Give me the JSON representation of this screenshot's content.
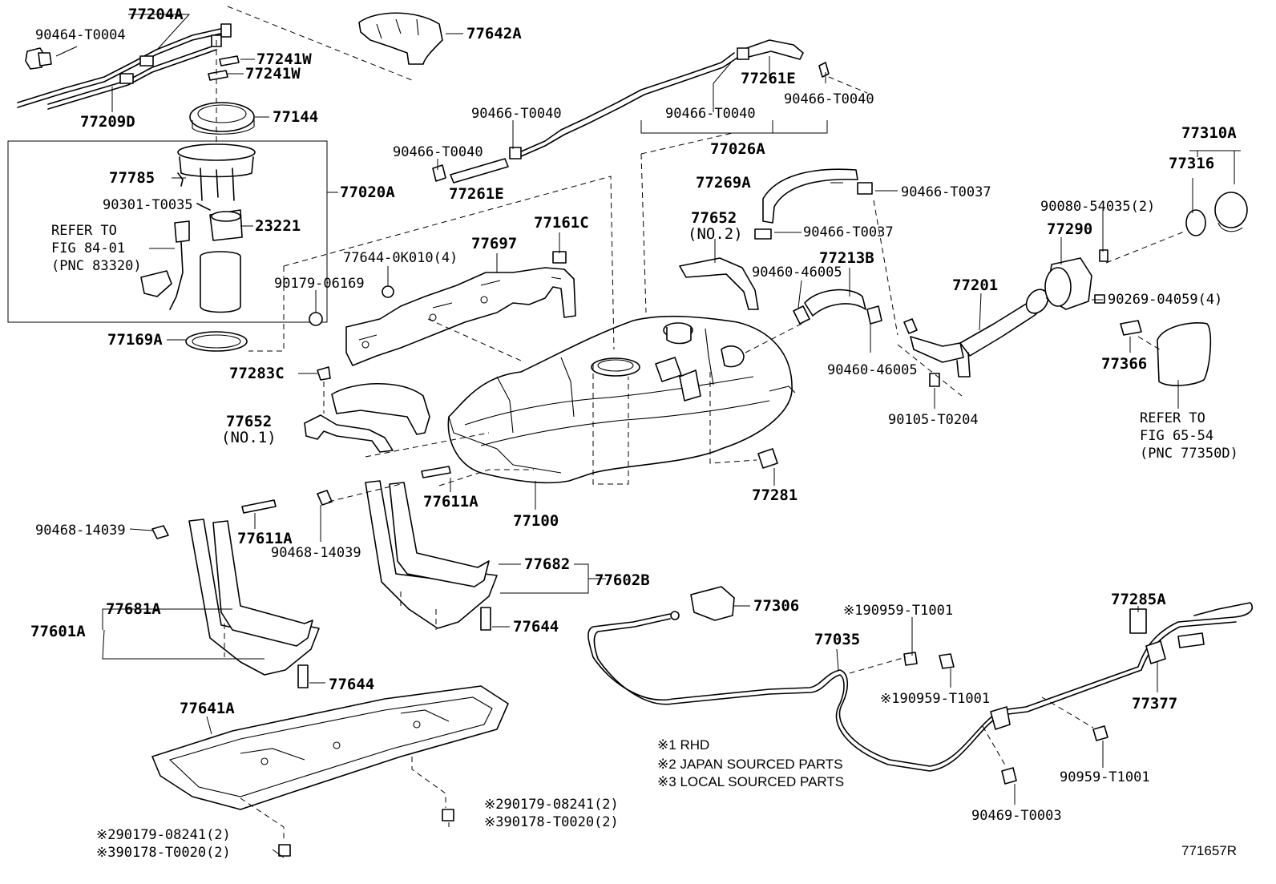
{
  "labels": {
    "p77204A": "77204A",
    "p90464_T0004": "90464-T0004",
    "p77241W_a": "77241W",
    "p77241W_b": "77241W",
    "p77209D": "77209D",
    "p77144": "77144",
    "p77642A": "77642A",
    "p77785": "77785",
    "p90301_T0035": "90301-T0035",
    "p23221": "23221",
    "p77020A": "77020A",
    "refer1_line1": "REFER TO",
    "refer1_line2": "FIG 84-01",
    "refer1_line3": "(PNC 83320)",
    "p77169A": "77169A",
    "p90466_T0040_a": "90466-T0040",
    "p90466_T0040_b": "90466-T0040",
    "p90466_T0040_c": "90466-T0040",
    "p90466_T0040_d": "90466-T0040",
    "p77261E_a": "77261E",
    "p77261E_b": "77261E",
    "p77026A": "77026A",
    "p77310A": "77310A",
    "p77316": "77316",
    "p77269A": "77269A",
    "p90466_T0037_a": "90466-T0037",
    "p90466_T0037_b": "90466-T0037",
    "p77652_no2": "77652",
    "p77652_no2_sub": "(NO.2)",
    "p77161C": "77161C",
    "p77697": "77697",
    "p77644_0K010": "77644-0K010(4)",
    "p90179_06169": "90179-06169",
    "p90080_54035": "90080-54035(2)",
    "p77290": "77290",
    "p90460_46005_a": "90460-46005",
    "p77213B": "77213B",
    "p77201": "77201",
    "p90269_04059": "90269-04059(4)",
    "p77366": "77366",
    "refer2_line1": "REFER TO",
    "refer2_line2": "FIG 65-54",
    "refer2_line3": "(PNC 77350D)",
    "p90460_46005_b": "90460-46005",
    "p90105_T0204": "90105-T0204",
    "p77283C": "77283C",
    "p77652_no1": "77652",
    "p77652_no1_sub": "(NO.1)",
    "p77611A_a": "77611A",
    "p77611A_b": "77611A",
    "p77100": "77100",
    "p77281": "77281",
    "p90468_14039_a": "90468-14039",
    "p90468_14039_b": "90468-14039",
    "p77682": "77682",
    "p77602B": "77602B",
    "p77644_a": "77644",
    "p77644_b": "77644",
    "p77681A": "77681A",
    "p77601A": "77601A",
    "p77306": "77306",
    "p77285A": "77285A",
    "p90959_T1001_a": "90959-T1001",
    "p90959_T1001_b": "90959-T1001",
    "p90959_T1001_c": "90959-T1001",
    "p77035": "77035",
    "p77377": "77377",
    "p77641A": "77641A",
    "note1": "RHD",
    "note2": "JAPAN SOURCED PARTS",
    "note3": "LOCAL SOURCED PARTS",
    "p90179_08241_a": "90179-08241(2)",
    "p90178_T0020_a": "90178-T0020(2)",
    "p90179_08241_b": "90179-08241(2)",
    "p90178_T0020_b": "90178-T0020(2)",
    "p90469_T0003": "90469-T0003",
    "figure_id": "771657R"
  },
  "note_marks": {
    "m1": "※1",
    "m2": "※2",
    "m3": "※3"
  }
}
